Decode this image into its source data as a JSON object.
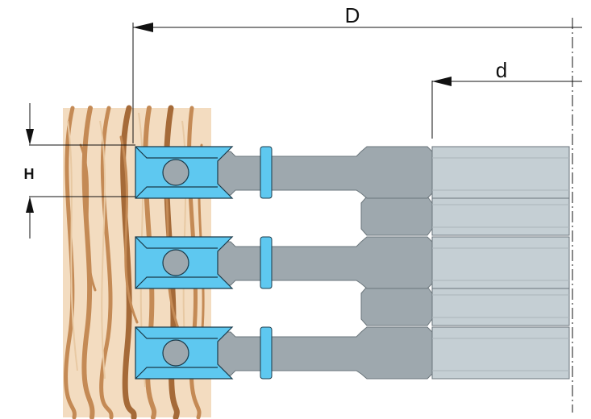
{
  "labels": {
    "D": "D",
    "d": "d",
    "H": "H"
  },
  "colors": {
    "background": "#ffffff",
    "wood_light": "#f3dcc0",
    "wood_grain": "#c48a55",
    "wood_grain_dark": "#a56a38",
    "blade": "#5ec8f0",
    "blade_outline": "#1a3a4a",
    "body_dark": "#9ea8ae",
    "body_light": "#c5cfd4",
    "body_outline": "#6b767c",
    "dimension_line": "#111111"
  },
  "icons": {
    "cutter_head": "grooving-cutter-cross-section",
    "workpiece": "wood-block-end-grain"
  }
}
